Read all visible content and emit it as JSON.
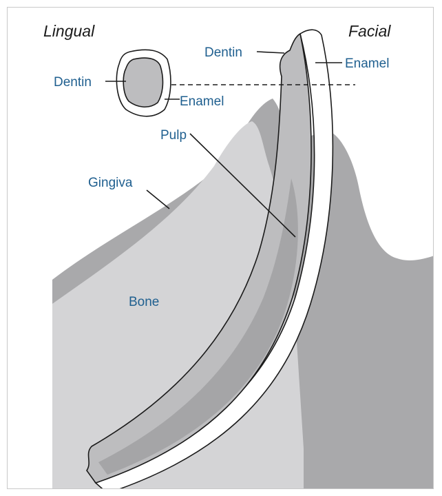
{
  "orientation": {
    "lingual": "Lingual",
    "facial": "Facial"
  },
  "labels": {
    "dentin_cross_section": "Dentin",
    "enamel_cross_section": "Enamel",
    "dentin_tooth": "Dentin",
    "enamel_tooth": "Enamel",
    "pulp": "Pulp",
    "gingiva": "Gingiva",
    "bone": "Bone"
  },
  "colors": {
    "gingiva": "#a9a9ab",
    "bone": "#d4d4d6",
    "tooth_dentin": "#bdbdbf",
    "pulp": "#a5a5a7",
    "enamel": "#ffffff",
    "outline": "#1a1a1a",
    "label_text": "#1f5f8f"
  }
}
